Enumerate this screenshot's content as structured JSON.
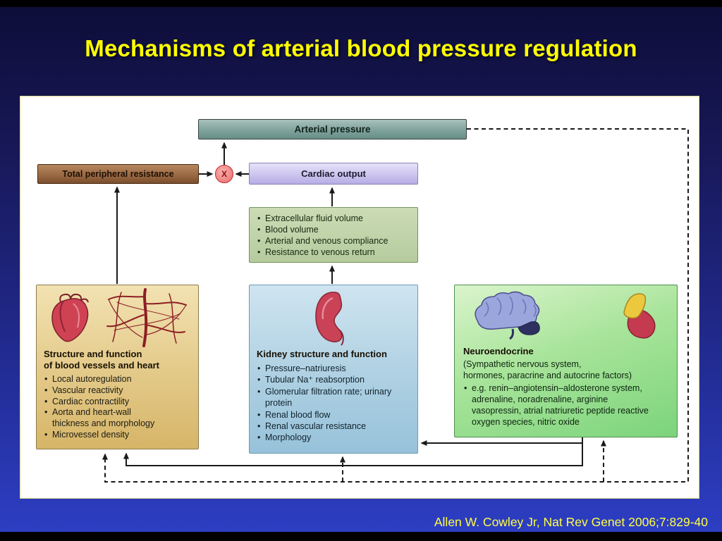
{
  "slide": {
    "title": "Mechanisms of arterial blood pressure regulation",
    "citation": "Allen W. Cowley Jr, Nat Rev Genet 2006;7:829-40"
  },
  "diagram": {
    "arterial_pressure": {
      "label": "Arterial pressure"
    },
    "total_peripheral_resistance": {
      "label": "Total peripheral resistance"
    },
    "multiplier": {
      "label": "X"
    },
    "cardiac_output": {
      "label": "Cardiac output"
    },
    "volume_factors": {
      "items": [
        "Extracellular fluid volume",
        "Blood volume",
        "Arterial and venous compliance",
        "Resistance to venous return"
      ]
    },
    "vessels_heart": {
      "title_lines": [
        "Structure and function",
        "of blood vessels and heart"
      ],
      "items": [
        "Local autoregulation",
        "Vascular reactivity",
        "Cardiac contractility",
        "Aorta and heart-wall thickness and morphology",
        "Microvessel density"
      ]
    },
    "kidney": {
      "title": "Kidney structure and function",
      "items": [
        "Pressure–natriuresis",
        "Tubular Na⁺ reabsorption",
        "Glomerular filtration rate; urinary protein",
        "Renal blood flow",
        "Renal vascular resistance",
        "Morphology"
      ]
    },
    "neuroendocrine": {
      "title": "Neuroendocrine",
      "subtitle_lines": [
        "(Sympathetic nervous system,",
        "hormones, paracrine and autocrine factors)"
      ],
      "items": [
        "e.g. renin–angiotensin–aldosterone system, adrenaline, noradrenaline, arginine vasopressin, atrial natriuretic peptide reactive oxygen species, nitric oxide"
      ]
    }
  },
  "colors": {
    "title_text": "#ffff00",
    "citation_text": "#ffff44",
    "background_top": "#0d0d38",
    "background_bottom": "#2e3fc6",
    "arterial_pressure_fill": "#7fa39c",
    "total_peripheral_resistance_fill": "#9a6a44",
    "cardiac_output_fill": "#cdc5ef",
    "volume_factors_fill": "#b5cb9e",
    "vessels_heart_fill": "#e3c988",
    "kidney_fill": "#aed0e2",
    "neuroendocrine_fill": "#8ed88a",
    "multiplier_fill": "#ee8280"
  }
}
